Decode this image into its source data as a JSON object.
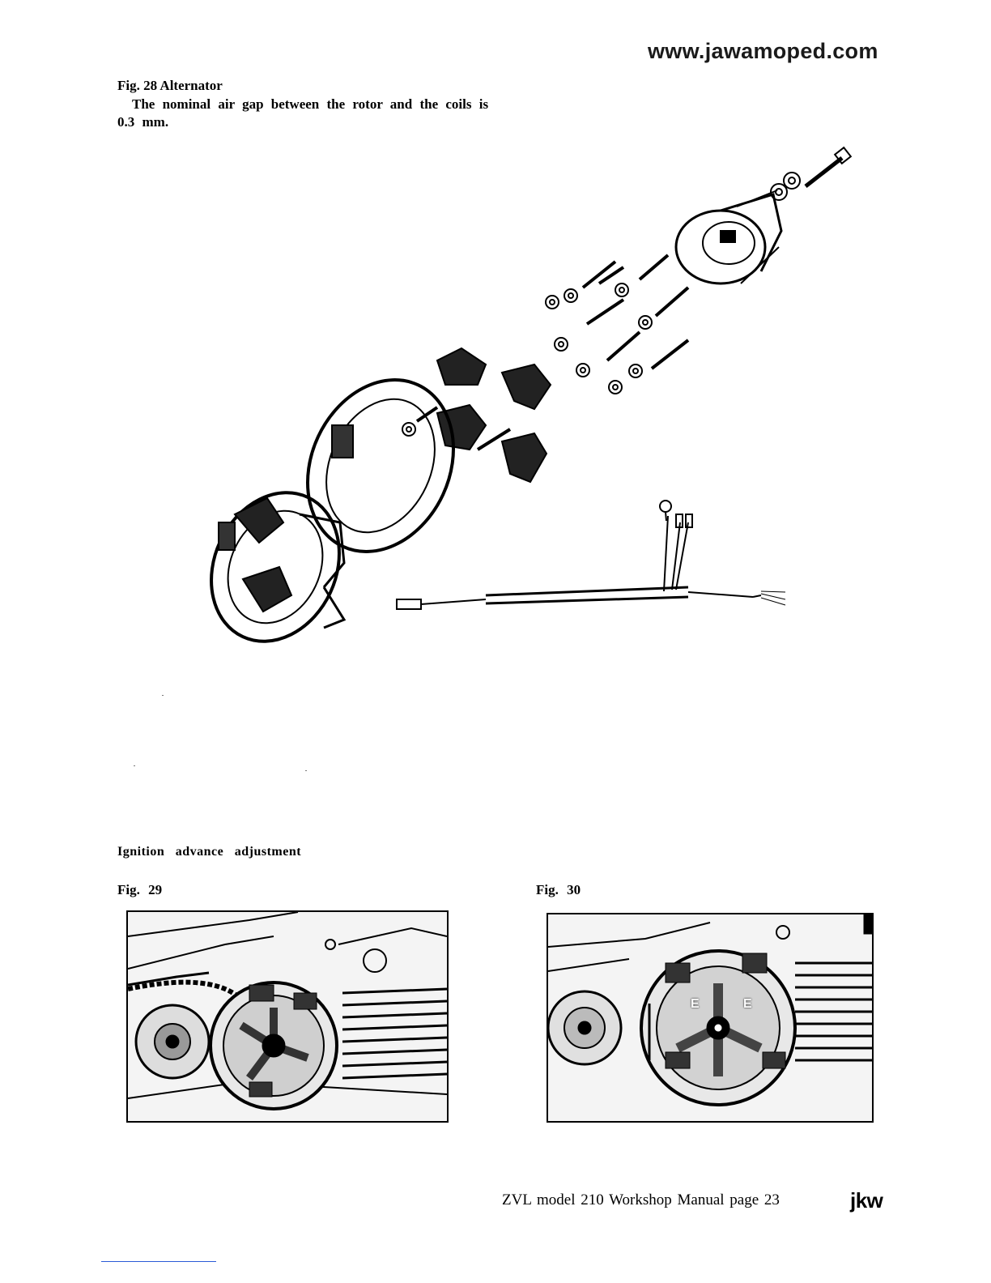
{
  "header": {
    "website": "www.jawamoped.com"
  },
  "fig28": {
    "title": "Fig. 28 Alternator",
    "caption": "The nominal air gap between the rotor and the coils is 0.3 mm."
  },
  "section": {
    "heading": "Ignition advance adjustment"
  },
  "fig29": {
    "label": "Fig. 29"
  },
  "fig30": {
    "label": "Fig. 30",
    "marks": [
      "E",
      "E"
    ]
  },
  "footer": {
    "text": "ZVL model 210 Workshop Manual page 23",
    "logo": "jkw"
  }
}
